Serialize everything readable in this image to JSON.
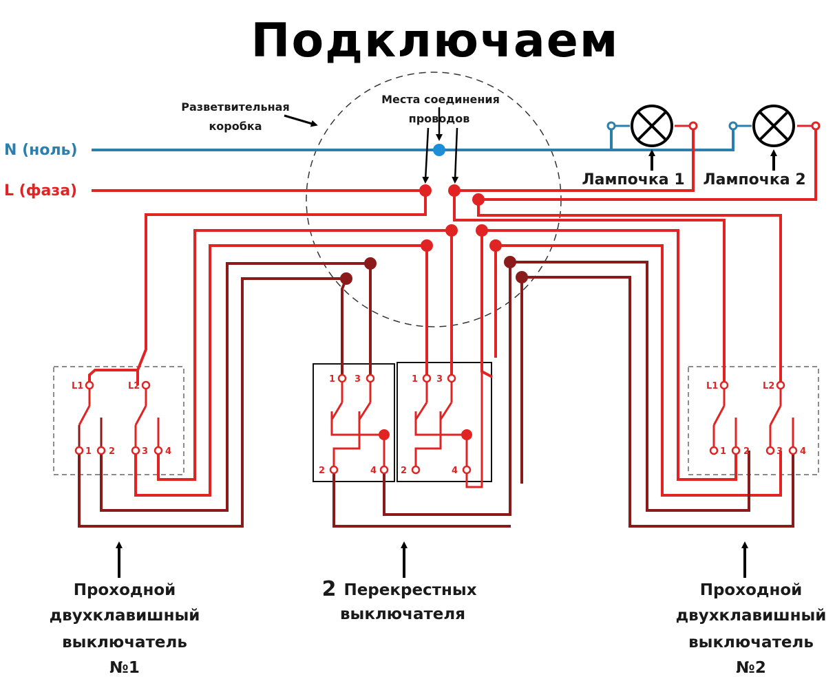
{
  "title": "Подключаем",
  "lines": {
    "neutral": "N (ноль)",
    "phase": "L (фаза)"
  },
  "junction_box": {
    "label_line1": "Разветвительная",
    "label_line2": "коробка",
    "connections_line1": "Места соединения",
    "connections_line2": "проводов"
  },
  "lamps": [
    {
      "label": "Лампочка 1"
    },
    {
      "label": "Лампочка 2"
    }
  ],
  "switches": {
    "pass_through_left": {
      "terminals": [
        "L1",
        "L2",
        "1",
        "2",
        "3",
        "4"
      ],
      "caption_line1": "Проходной",
      "caption_line2": "двухклавишный",
      "caption_line3": "выключатель",
      "caption_line4": "№1"
    },
    "cross": {
      "terminals": [
        "1",
        "3",
        "2",
        "4"
      ],
      "caption_num": "2",
      "caption_line1": "Перекрестных",
      "caption_line2": "выключателя"
    },
    "pass_through_right": {
      "terminals": [
        "L1",
        "L2",
        "1",
        "2",
        "3",
        "4"
      ],
      "caption_line1": "Проходной",
      "caption_line2": "двухклавишный",
      "caption_line3": "выключатель",
      "caption_line4": "№2"
    }
  },
  "colors": {
    "phase_wire": "#e02424",
    "traveler_wire": "#8b1a1a",
    "neutral_wire": "#2a7fae"
  }
}
